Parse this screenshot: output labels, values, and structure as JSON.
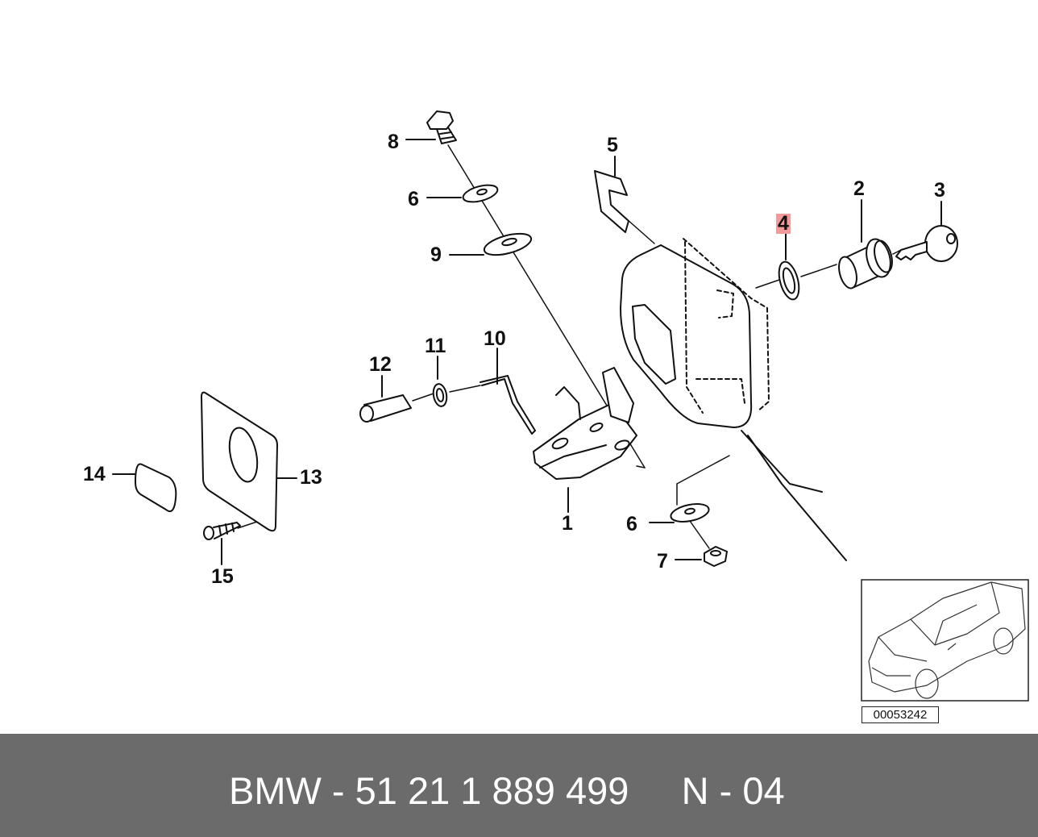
{
  "labels": {
    "l1": "1",
    "l2": "2",
    "l3": "3",
    "l4": "4",
    "l5": "5",
    "l6a": "6",
    "l6b": "6",
    "l7": "7",
    "l8": "8",
    "l9": "9",
    "l10": "10",
    "l11": "11",
    "l12": "12",
    "l13": "13",
    "l14": "14",
    "l15": "15"
  },
  "highlight_color": "#f29a9a",
  "reference_number": "00053242",
  "footer": {
    "text": "BMW - 51 21 1 889 499     N - 04"
  },
  "footer_color": "#6b6b6b"
}
